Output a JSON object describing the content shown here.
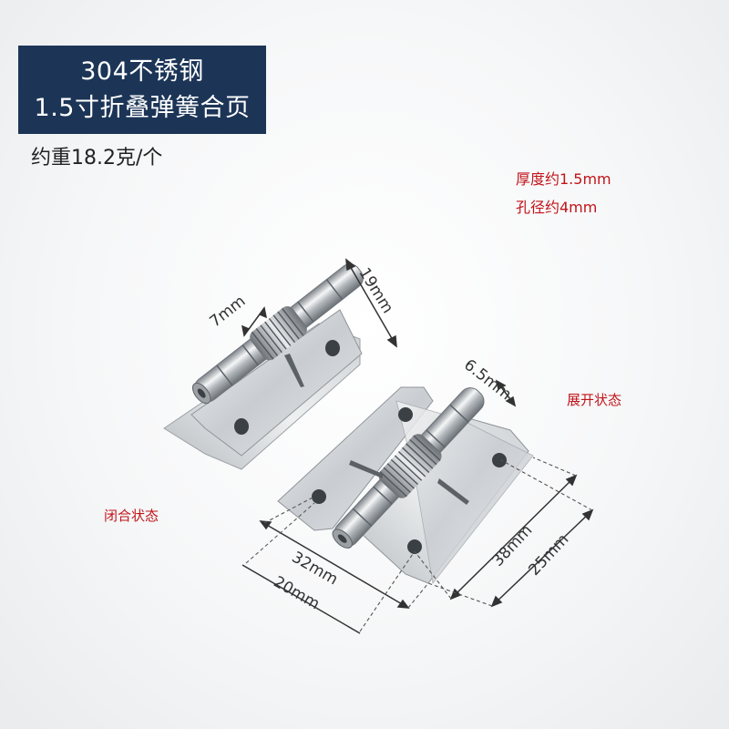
{
  "title": {
    "line1": "304不锈钢",
    "line2": "1.5寸折叠弹簧合页"
  },
  "weight": "约重18.2克/个",
  "specs": {
    "thickness": "厚度约1.5mm",
    "hole": "孔径约4mm"
  },
  "states": {
    "open": "展开状态",
    "closed": "闭合状态"
  },
  "dimensions": {
    "knuckle_closed": "7mm",
    "height_closed": "19mm",
    "knuckle_open": "6.5mm",
    "width_total": "32mm",
    "width_hole": "20mm",
    "length_total": "38mm",
    "length_hole": "25mm"
  },
  "colors": {
    "title_bg": "#1c3557",
    "annotation": "#c0141a"
  }
}
